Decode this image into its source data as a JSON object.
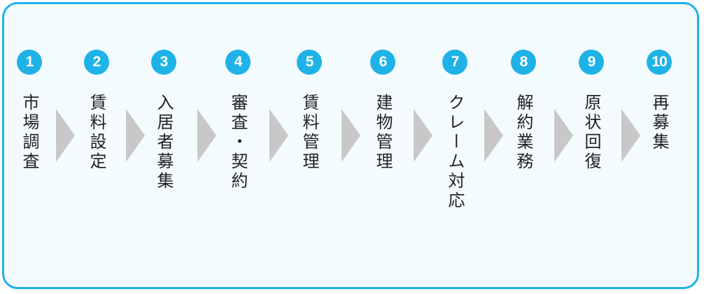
{
  "steps": [
    {
      "number": "1",
      "label": "市場調査"
    },
    {
      "number": "2",
      "label": "賃料設定"
    },
    {
      "number": "3",
      "label": "入居者募集"
    },
    {
      "number": "4",
      "label": "審査・契約"
    },
    {
      "number": "5",
      "label": "賃料管理"
    },
    {
      "number": "6",
      "label": "建物管理"
    },
    {
      "number": "7",
      "label": "クレーム対応"
    },
    {
      "number": "8",
      "label": "解約業務"
    },
    {
      "number": "9",
      "label": "原状回復"
    },
    {
      "number": "10",
      "label": "再募集"
    }
  ],
  "colors": {
    "accent": "#1fb2e6",
    "arrow": "#c8c8c8",
    "background": "#f3fbfe"
  }
}
